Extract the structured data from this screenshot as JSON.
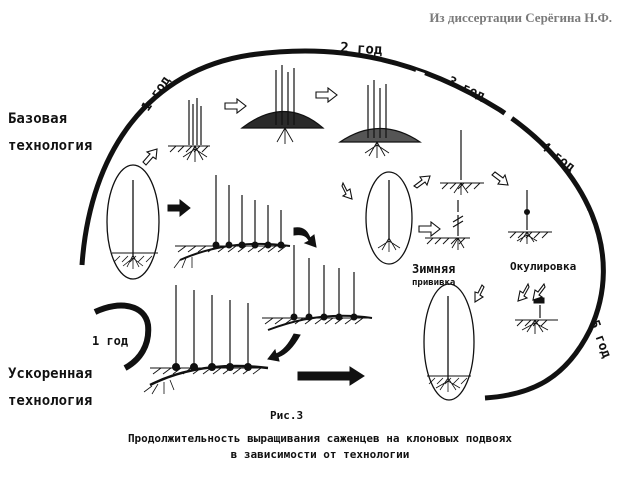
{
  "source_note": "Из диссертации Серёгина Н.Ф.",
  "labels": {
    "base_tech_line1": "Базовая",
    "base_tech_line2": "технология",
    "fast_tech_line1": "Ускоренная",
    "fast_tech_line2": "технология",
    "year1_top": "1 год",
    "year2": "2 год",
    "year3": "3 год",
    "year4": "4 год",
    "year5": "5 год",
    "year1_bottom": "1 год",
    "winter_graft_line1": "Зимняя",
    "winter_graft_line2": "прививка",
    "budding": "Окулировка"
  },
  "caption": {
    "figure": "Рис.3",
    "line1": "Продолжительность выращивания саженцев на клоновых подвоях",
    "line2": "в зависимости от технологии"
  }
}
